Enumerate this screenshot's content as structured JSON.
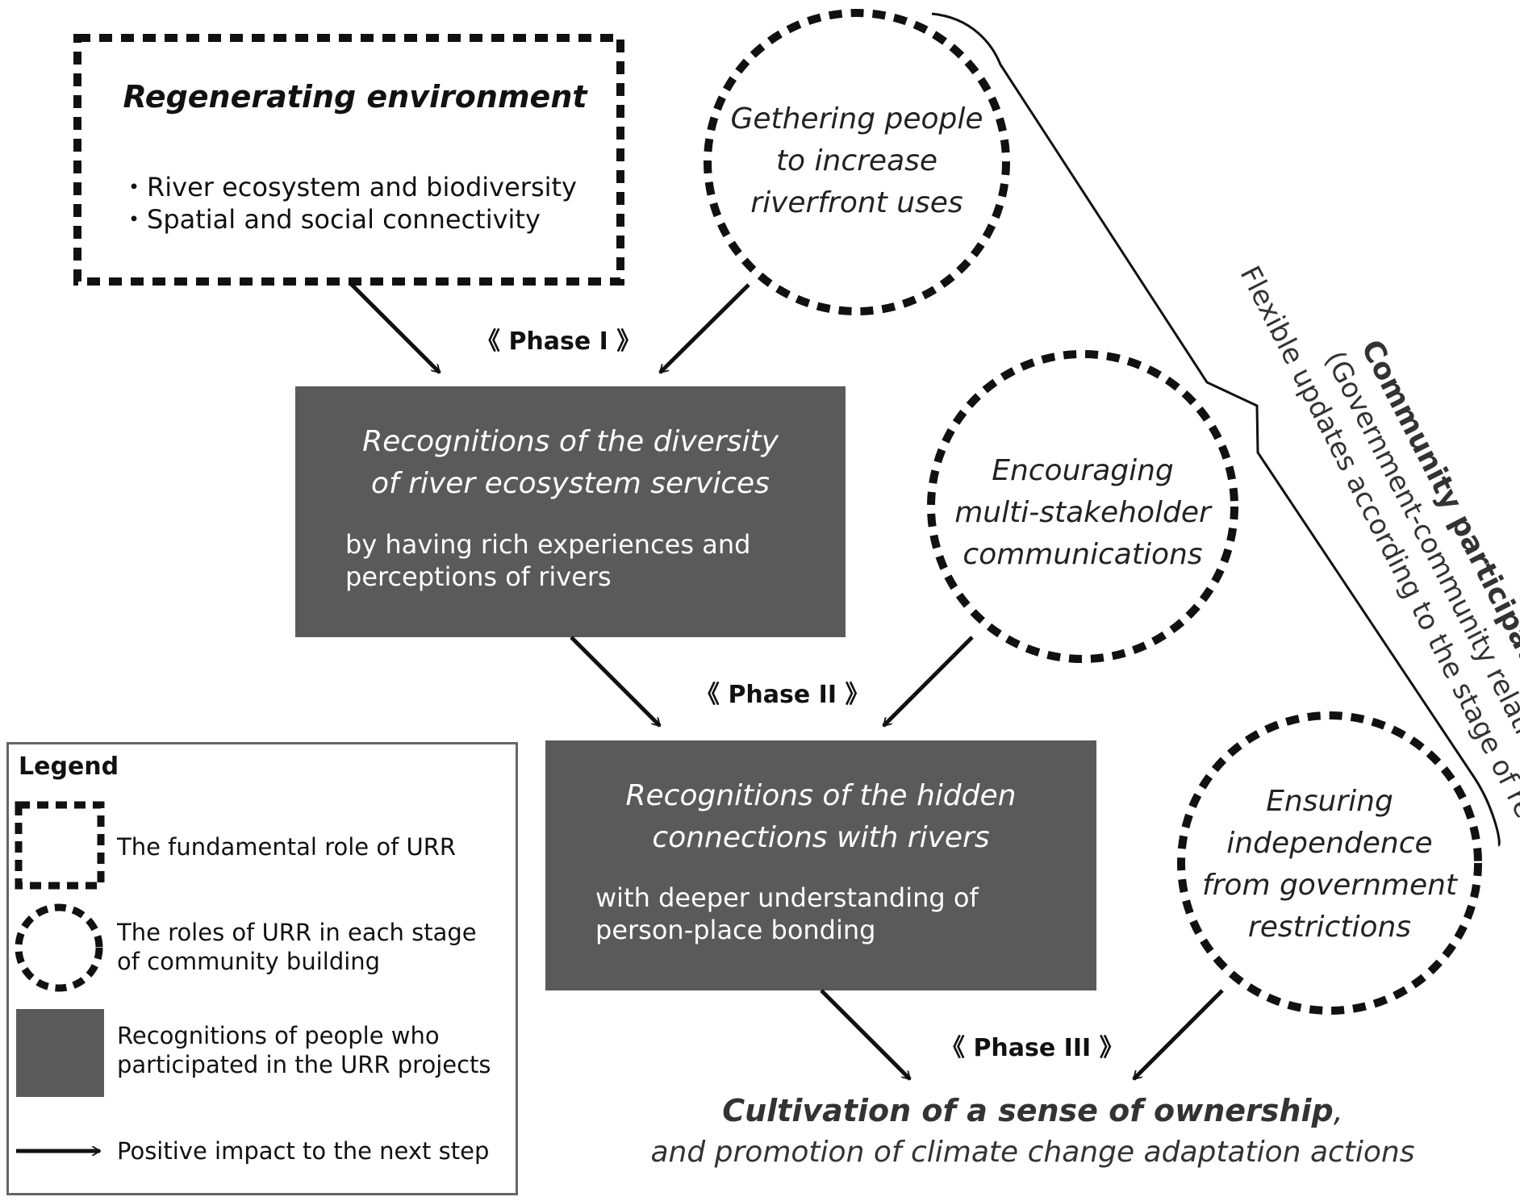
{
  "environment": {
    "title": "Regenerating environment",
    "items": [
      "・River ecosystem and biodiversity",
      "・Spatial and social connectivity"
    ]
  },
  "circles": {
    "gathering": [
      "Gethering people",
      "to increase",
      "riverfront uses"
    ],
    "encouraging": [
      "Encouraging",
      "multi-stakeholder",
      "communications"
    ],
    "ensuring": [
      "Ensuring",
      "independence",
      "from government",
      "restrictions"
    ]
  },
  "phases": {
    "phase1": "《 Phase I 》",
    "phase2": "《 Phase II 》",
    "phase3": "《 Phase III 》"
  },
  "boxes": {
    "box1": {
      "title": [
        "Recognitions of the diversity",
        "of river ecosystem services"
      ],
      "sub": [
        "by having rich experiences and",
        "perceptions of rivers"
      ]
    },
    "box2": {
      "title": [
        "Recognitions of the hidden",
        "connections with rivers"
      ],
      "sub": [
        "with deeper understanding of",
        "person-place bonding"
      ]
    }
  },
  "policy": {
    "title": "Community participation policy",
    "subtitle": "(Government-community relationship)",
    "note": "Flexible updates according to the stage of recognitions"
  },
  "outcome": {
    "bold": "Cultivation of a sense of ownership",
    "comma": ",",
    "line2": "and promotion of climate change adaptation actions"
  },
  "legend": {
    "title": "Legend",
    "fundamental": "The fundamental role of URR",
    "roles": [
      "The roles of URR in each stage",
      "of community building"
    ],
    "recognitions": [
      "Recognitions of people who",
      "participated in the URR projects"
    ],
    "impact": "Positive impact to the next step"
  },
  "colors": {
    "box_fill": "#5a5a5a",
    "dash": "#111111",
    "legend_border": "#666666"
  }
}
